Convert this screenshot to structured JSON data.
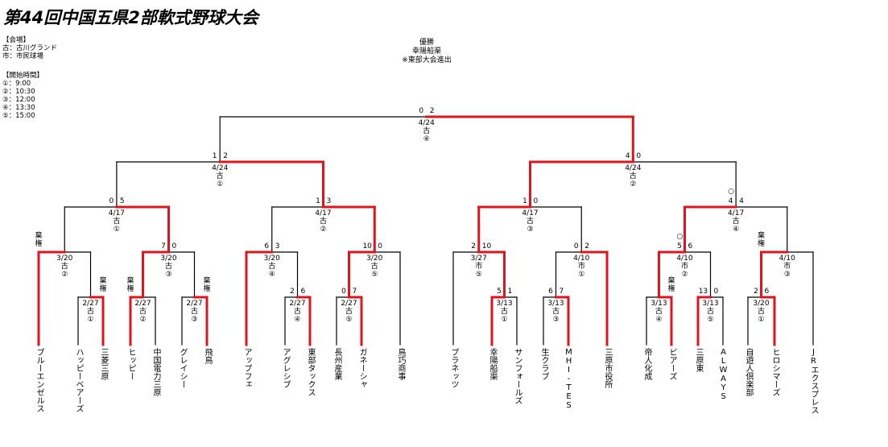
{
  "title": "第44回中国五県2部軟式野球大会",
  "legend": {
    "venue_heading": "【会場】",
    "venues": [
      "古：古川グランド",
      "市：市民球場"
    ],
    "time_heading": "【開始時間】",
    "times": [
      "①：9:00",
      "②：10:30",
      "③：12:00",
      "④：13:30",
      "⑤：15:00"
    ]
  },
  "champion": {
    "label": "優勝",
    "team": "幸陽船渠",
    "note": "※東部大会進出"
  },
  "teams": [
    "ブルーエンゼルス",
    "ハッピーベアーズ",
    "三菱三原",
    "ヒッピー",
    "中国電力三原",
    "グレイシー",
    "飛鳥",
    "アップフェ",
    "アグレシブ",
    "東部タックス",
    "長州産業",
    "ガネーシャ",
    "鳥巧商事",
    "プラネッツ",
    "幸陽船渠",
    "サンフォールズ",
    "生クラブ",
    "MHI-TES",
    "三原市役所",
    "帝人化成",
    "ビアーズ",
    "三原東",
    "ALWAYS",
    "自遊人倶楽部",
    "ヒロシマーズ",
    "JRエクスプレス"
  ],
  "matches": [
    {
      "id": "A1",
      "date": "3/20",
      "venue": "古",
      "time": "②",
      "left": "",
      "right": "",
      "note": "棄権"
    },
    {
      "id": "A2",
      "date": "2/27",
      "venue": "古",
      "time": "①",
      "left": "",
      "right": "",
      "note": "棄権"
    },
    {
      "id": "A3",
      "date": "3/20",
      "venue": "古",
      "time": "③",
      "left": "7",
      "right": "0",
      "note": ""
    },
    {
      "id": "A4",
      "date": "2/27",
      "venue": "古",
      "time": "②",
      "left": "",
      "right": "",
      "note": "棄権"
    },
    {
      "id": "A5",
      "date": "2/27",
      "venue": "古",
      "time": "③",
      "left": "",
      "right": "",
      "note": "棄権"
    },
    {
      "id": "A6",
      "date": "4/17",
      "venue": "古",
      "time": "①",
      "left": "0",
      "right": "5",
      "note": ""
    },
    {
      "id": "B1",
      "date": "3/20",
      "venue": "古",
      "time": "④",
      "left": "6",
      "right": "3",
      "note": ""
    },
    {
      "id": "B2",
      "date": "2/27",
      "venue": "古",
      "time": "④",
      "left": "2",
      "right": "6",
      "note": ""
    },
    {
      "id": "B3",
      "date": "3/20",
      "venue": "古",
      "time": "⑤",
      "left": "10",
      "right": "0",
      "note": ""
    },
    {
      "id": "B4",
      "date": "2/27",
      "venue": "古",
      "time": "⑤",
      "left": "0",
      "right": "7",
      "note": ""
    },
    {
      "id": "B5",
      "date": "4/17",
      "venue": "古",
      "time": "②",
      "left": "1",
      "right": "3",
      "note": ""
    },
    {
      "id": "AB",
      "date": "4/24",
      "venue": "古",
      "time": "①",
      "left": "1",
      "right": "2",
      "note": ""
    },
    {
      "id": "C1",
      "date": "3/27",
      "venue": "市",
      "time": "⑤",
      "left": "2",
      "right": "10",
      "note": ""
    },
    {
      "id": "C2",
      "date": "3/13",
      "venue": "古",
      "time": "①",
      "left": "5",
      "right": "1",
      "note": ""
    },
    {
      "id": "C3",
      "date": "4/10",
      "venue": "市",
      "time": "①",
      "left": "0",
      "right": "2",
      "note": ""
    },
    {
      "id": "C4",
      "date": "3/13",
      "venue": "古",
      "time": "③",
      "left": "6",
      "right": "7",
      "note": ""
    },
    {
      "id": "C5",
      "date": "4/17",
      "venue": "古",
      "time": "③",
      "left": "1",
      "right": "0",
      "note": ""
    },
    {
      "id": "D1",
      "date": "4/10",
      "venue": "市",
      "time": "②",
      "left": "5",
      "right": "6",
      "note": "○"
    },
    {
      "id": "D2",
      "date": "3/13",
      "venue": "古",
      "time": "④",
      "left": "",
      "right": "",
      "note": "棄権"
    },
    {
      "id": "D3",
      "date": "3/13",
      "venue": "古",
      "time": "⑤",
      "left": "13",
      "right": "0",
      "note": ""
    },
    {
      "id": "D4",
      "date": "4/10",
      "venue": "市",
      "time": "③",
      "left": "",
      "right": "",
      "note": "棄権"
    },
    {
      "id": "D5",
      "date": "3/20",
      "venue": "古",
      "time": "①",
      "left": "2",
      "right": "6",
      "note": ""
    },
    {
      "id": "D6",
      "date": "4/17",
      "venue": "古",
      "time": "④",
      "left": "4",
      "right": "4",
      "note": "○"
    },
    {
      "id": "CD",
      "date": "4/24",
      "venue": "古",
      "time": "②",
      "left": "4",
      "right": "0",
      "note": ""
    },
    {
      "id": "F",
      "date": "4/24",
      "venue": "古",
      "time": "④",
      "left": "0",
      "right": "2",
      "note": ""
    }
  ],
  "colors": {
    "winner_line": "#e0141c",
    "loser_line": "#000000",
    "text": "#000000"
  }
}
